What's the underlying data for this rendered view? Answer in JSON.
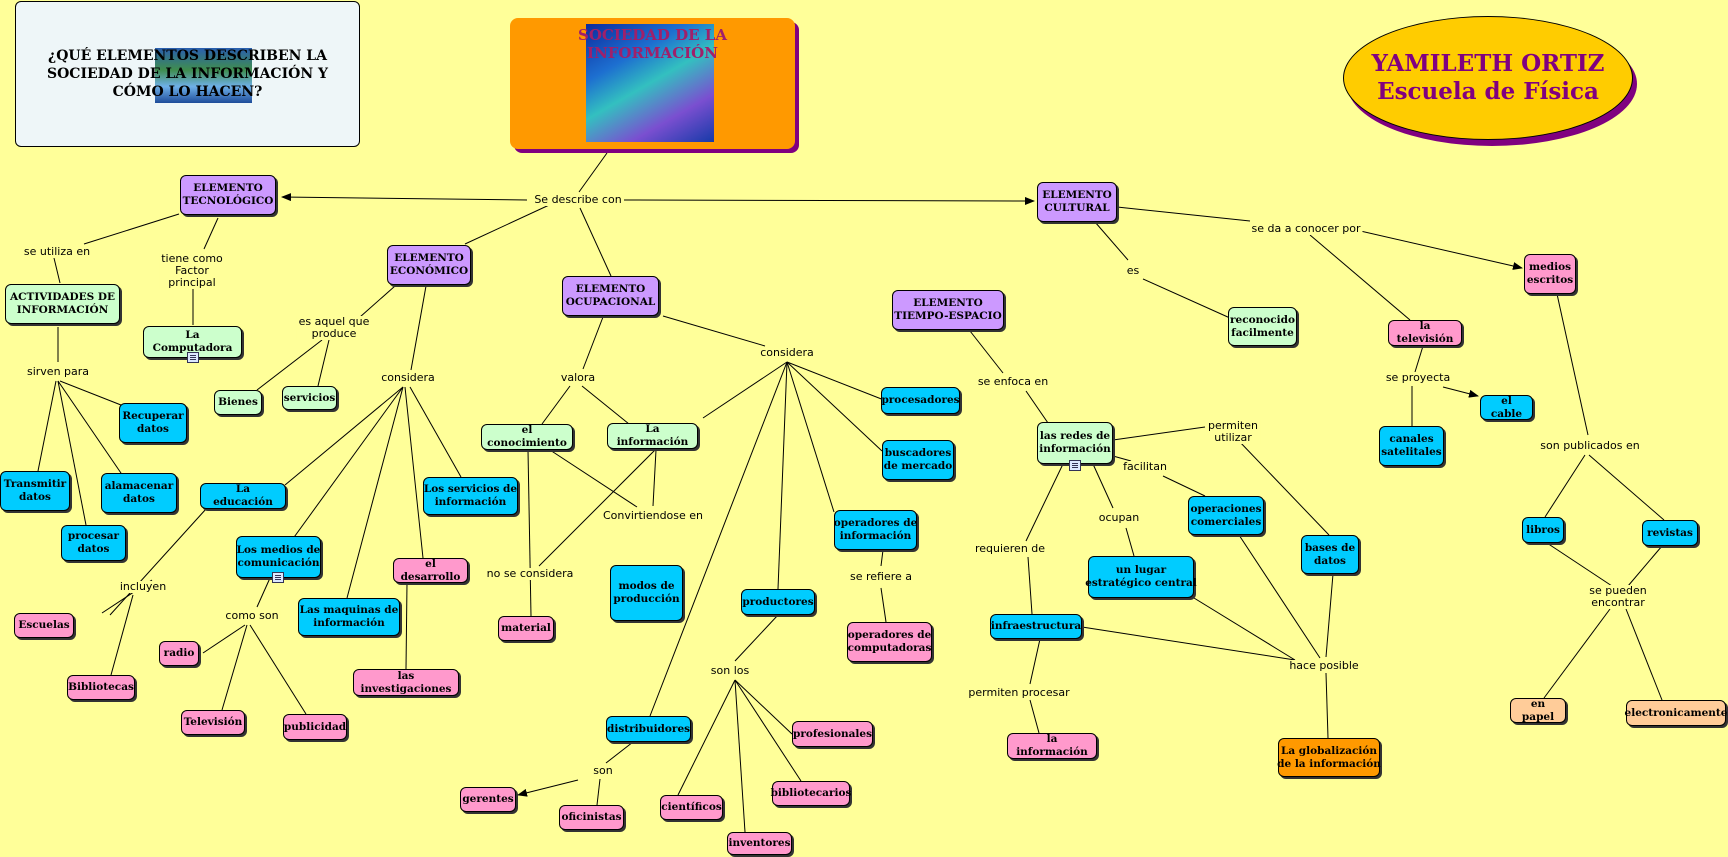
{
  "header": {
    "question": "¿QUÉ ELEMENTOS DESCRIBEN LA SOCIEDAD DE LA INFORMACIÓN Y CÓMO LO HACEN?",
    "title": "SOCIEDAD DE LA INFORMACIÓN",
    "author_name": "YAMILETH ORTIZ",
    "author_school": "Escuela de Física"
  },
  "labels": {
    "se_describe_con": "Se describe con",
    "se_utiliza_en": "se utiliza en",
    "tiene_como": "tiene como\nFactor\nprincipal",
    "sirven_para": "sirven para",
    "es_aquel": "es aquel que\nproduce",
    "considera_eco": "considera",
    "incluyen": "incluyen",
    "como_son": "como son",
    "valora": "valora",
    "considera_ocu": "considera",
    "convirtiendose": "Convirtiendose en",
    "no_se_considera": "no se considera",
    "se_refiere": "se refiere a",
    "son_los": "son los",
    "son": "son",
    "se_enfoca": "se enfoca en",
    "permiten_utilizar": "permiten\nutilizar",
    "facilitan": "facilitan",
    "ocupan": "ocupan",
    "requieren": "requieren de",
    "permiten_procesar": "permiten procesar",
    "hace_posible": "hace posible",
    "es": "es",
    "se_da_a_conocer": "se da a conocer por",
    "se_proyecta": "se  proyecta",
    "son_publicados": "son publicados en",
    "se_pueden": "se pueden\nencontrar"
  },
  "nodes": {
    "tecnologico": "ELEMENTO\nTECNOLÓGICO",
    "economico": "ELEMENTO\nECONÓMICO",
    "ocupacional": "ELEMENTO\nOCUPACIONAL",
    "tiempo": "ELEMENTO\nTIEMPO-ESPACIO",
    "cultural": "ELEMENTO\nCULTURAL",
    "actividades": "ACTIVIDADES DE\nINFORMACIÓN",
    "computadora": "La Computadora",
    "recuperar": "Recuperar\ndatos",
    "transmitir": "Transmitir\ndatos",
    "almacenar": "alamacenar\ndatos",
    "procesar": "procesar\ndatos",
    "bienes": "Bienes",
    "servicios": "servicios",
    "educacion": "La educación",
    "medios_com": "Los medios de\ncomunicación",
    "servicios_info": "Los servicios de\ninformación",
    "desarrollo": "el desarrollo",
    "maquinas": "Las maquinas de\ninformación",
    "investigaciones": "las investigaciones",
    "escuelas": "Escuelas",
    "bibliotecas": "Bibliotecas",
    "radio": "radio",
    "television_medio": "Televisión",
    "publicidad": "publicidad",
    "conocimiento": "el conocimiento",
    "la_informacion": "La información",
    "modos": "modos de\nproducción",
    "material": "material",
    "procesadores": "procesadores",
    "buscadores": "buscadores\nde mercado",
    "operadores_info": "operadores de\ninformación",
    "operadores_comp": "operadores de\ncomputadoras",
    "productores": "productores",
    "distribuidores": "distribuidores",
    "gerentes": "gerentes",
    "oficinistas": "oficinistas",
    "profesionales": "profesionales",
    "cientificos": "científicos",
    "bibliotecarios": "bibliotecarios",
    "inventores": "inventores",
    "redes": "las redes de\ninformación",
    "operaciones": "operaciones\ncomerciales",
    "bases": "bases de\ndatos",
    "lugar": "un lugar\nestratégico central",
    "infraestructura": "infraestructura",
    "la_info_tiempo": "la información",
    "globalizacion": "La globalización\nde la información",
    "reconocido": "reconocido\nfacilmente",
    "medios_escritos": "medios\nescritos",
    "la_television": "la televisión",
    "canales": "canales\nsatelitales",
    "el_cable": "el cable",
    "libros": "libros",
    "revistas": "revistas",
    "en_papel": "en papel",
    "electronicamente": "electronicamente"
  },
  "colors": {
    "background": "#ffff99",
    "element": "#cc99ff",
    "secondary": "#ccffcc",
    "blue": "#00ccff",
    "pink": "#ff99cc",
    "peach": "#ffcc99",
    "orange": "#ff9900",
    "author_fill": "#ffcc00",
    "author_text": "#800080"
  }
}
